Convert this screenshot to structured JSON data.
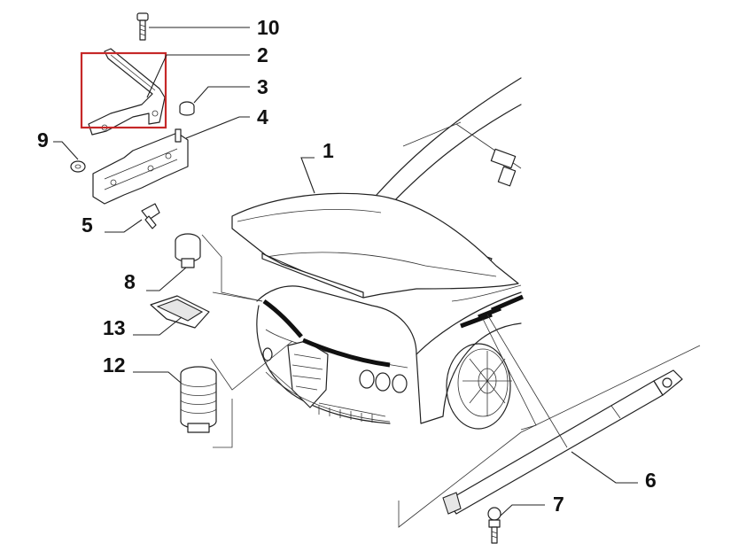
{
  "diagram": {
    "highlight_color": "#c62828",
    "callouts": [
      {
        "id": "10",
        "label": "10"
      },
      {
        "id": "2",
        "label": "2"
      },
      {
        "id": "3",
        "label": "3"
      },
      {
        "id": "4",
        "label": "4"
      },
      {
        "id": "9",
        "label": "9"
      },
      {
        "id": "1",
        "label": "1"
      },
      {
        "id": "5",
        "label": "5"
      },
      {
        "id": "8",
        "label": "8"
      },
      {
        "id": "13",
        "label": "13"
      },
      {
        "id": "12",
        "label": "12"
      },
      {
        "id": "6",
        "label": "6"
      },
      {
        "id": "7",
        "label": "7"
      }
    ]
  }
}
